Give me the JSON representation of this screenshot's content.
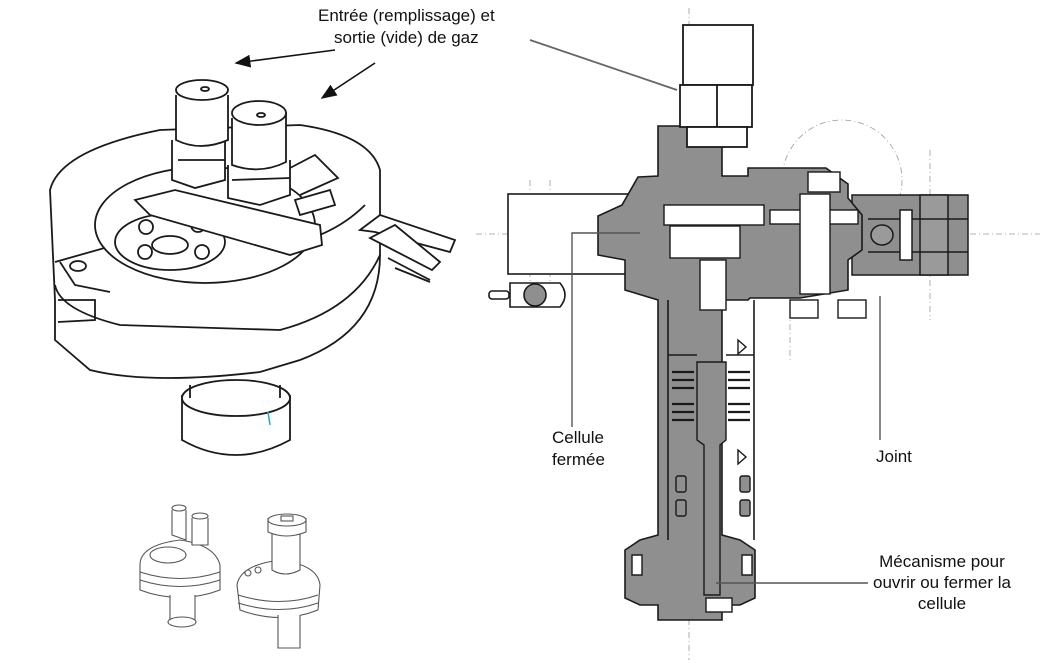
{
  "diagram": {
    "labels": {
      "gas": {
        "line1": "Entrée (remplissage) et",
        "line2": "sortie (vide) de gaz"
      },
      "cellule": {
        "line1": "Cellule",
        "line2": "fermée"
      },
      "joint": "Joint",
      "mecanisme": {
        "line1": "Mécanisme pour",
        "line2": "ouvrir ou fermer la",
        "line3": "cellule"
      }
    },
    "colors": {
      "section_fill": "#8f8f8f",
      "outline": "#1a1a1a",
      "leader": "#555555",
      "centerline": "#9a9a9a"
    }
  }
}
